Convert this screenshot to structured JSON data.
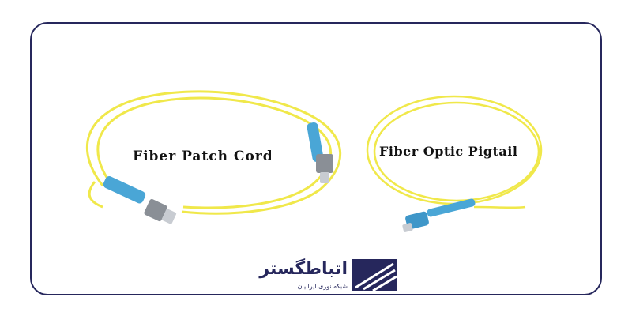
{
  "labels": {
    "patch_cord": "Fiber Patch Cord",
    "pigtail": "Fiber Optic Pigtail"
  },
  "logo": {
    "name": "اتباطگستر",
    "tagline": "شبکه نوری ایرانیان"
  },
  "colors": {
    "frame": "#26275c",
    "cable": "#f0e84a",
    "connector": "#4aa6d6",
    "logo": "#26275c"
  }
}
